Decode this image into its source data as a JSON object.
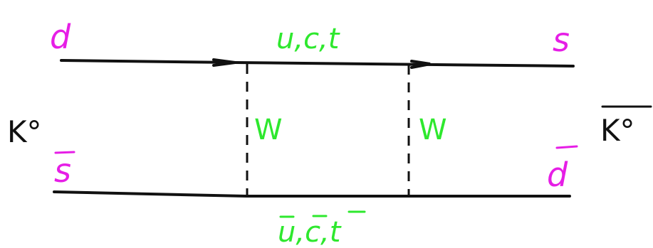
{
  "diagram": {
    "labels": {
      "left_meson": "K°",
      "right_meson": "K°",
      "top_left_quark": "d",
      "top_right_quark": "s",
      "bottom_left_quark": "s",
      "bottom_right_quark": "d",
      "top_internal_quarks": "u,c,t",
      "bottom_internal_quarks": "u,c,t",
      "left_boson": "W",
      "right_boson": "W"
    },
    "overlines": {
      "right_meson": true,
      "bottom_left_quark": true,
      "bottom_right_quark": true,
      "bottom_internal_quarks": true
    },
    "colors": {
      "quark": "#e61ee6",
      "internal": "#2ee82e",
      "meson": "#111111",
      "line": "#111111"
    }
  }
}
